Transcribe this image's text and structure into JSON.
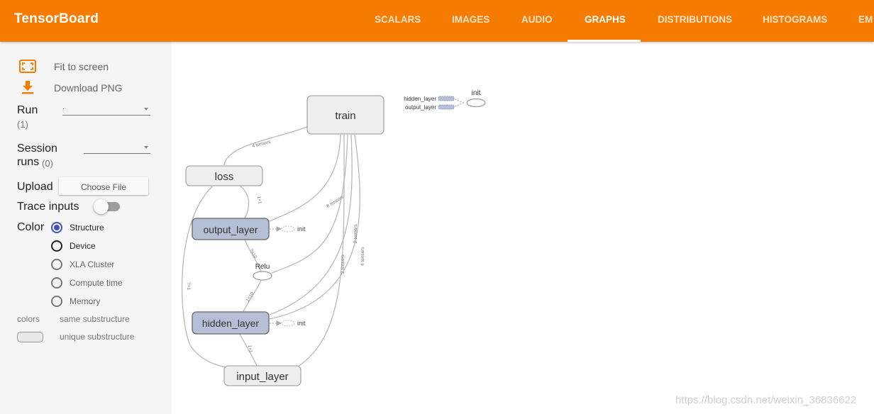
{
  "app": {
    "title": "TensorBoard"
  },
  "tabs": [
    {
      "label": "SCALARS",
      "active": false
    },
    {
      "label": "IMAGES",
      "active": false
    },
    {
      "label": "AUDIO",
      "active": false
    },
    {
      "label": "GRAPHS",
      "active": true
    },
    {
      "label": "DISTRIBUTIONS",
      "active": false
    },
    {
      "label": "HISTOGRAMS",
      "active": false
    },
    {
      "label": "EM",
      "active": false
    }
  ],
  "sidebar": {
    "fit_label": "Fit to screen",
    "download_label": "Download PNG",
    "run_label": "Run",
    "run_count": "(1)",
    "run_value": ".",
    "session_label_1": "Session",
    "session_label_2": "runs",
    "session_count": "(0)",
    "session_value": "",
    "upload_label": "Upload",
    "choose_file": "Choose File",
    "trace_label": "Trace inputs",
    "trace_on": false,
    "color_label": "Color",
    "color_options": [
      {
        "label": "Structure",
        "selected": true
      },
      {
        "label": "Device",
        "selected": false
      },
      {
        "label": "XLA Cluster",
        "selected": false
      },
      {
        "label": "Compute time",
        "selected": false
      },
      {
        "label": "Memory",
        "selected": false
      }
    ],
    "colors_label": "colors",
    "same_sub": "same substructure",
    "unique_sub": "unique substructure"
  },
  "graph": {
    "nodes": {
      "train": "train",
      "loss": "loss",
      "output_layer": "output_layer",
      "hidden_layer": "hidden_layer",
      "input_layer": "input_layer",
      "relu": "Relu",
      "init": "init"
    },
    "edge_labels": {
      "train_loss": "4 tensors",
      "loss_out": "1×1",
      "train_out": "8 tensors",
      "out_relu": "?×10",
      "relu_hidden": "1×10",
      "train_hid_a": "2 tensors",
      "train_hid_b": "4 tensors",
      "train_input": "2 tensors",
      "loss_input": "?×1",
      "hidden_input": "1×1"
    },
    "init_inputs": [
      "hidden_layer",
      "output_layer"
    ]
  },
  "colors": {
    "accent": "#f57c00",
    "group_node": "#eeeeee",
    "highlight_node": "#b5bfd6",
    "edge": "#b9b9b9"
  },
  "watermark": "https://blog.csdn.net/weixin_36836622"
}
